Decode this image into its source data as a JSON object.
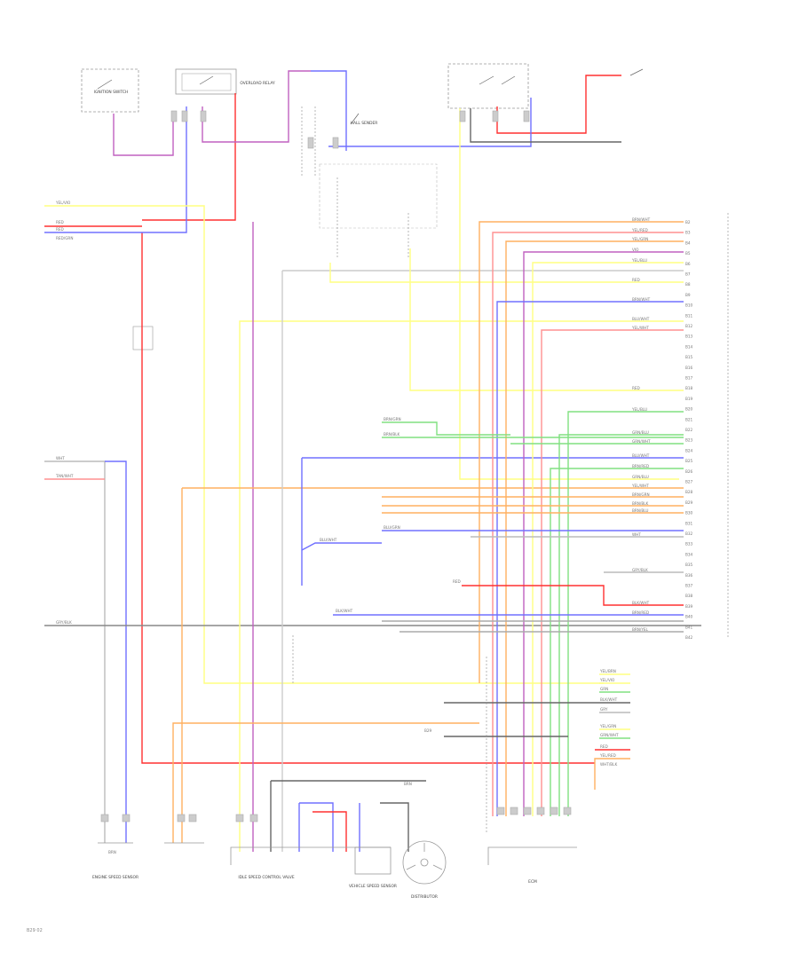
{
  "diagram": {
    "left_terminal_labels": [
      "YEL/VIO",
      "RED",
      "RED",
      "RED/GRN",
      "WHT",
      "TAN/WHT",
      "GRY/BLK"
    ],
    "right_pins": [
      "B2",
      "B3",
      "B4",
      "B5",
      "B6",
      "B7",
      "B8",
      "B9",
      "B10",
      "B11",
      "B12",
      "B13",
      "B14",
      "B15",
      "B16",
      "B17",
      "B18",
      "B19",
      "B20",
      "B21",
      "B22",
      "B23",
      "B24",
      "B25",
      "B26",
      "B27",
      "B28",
      "B29",
      "B30",
      "B31",
      "B32",
      "B33",
      "B34",
      "B35",
      "B36",
      "B37",
      "B38",
      "B39",
      "B40",
      "B41",
      "B42"
    ],
    "right_wire_labels": [
      "BRN/WHT",
      "YEL/RED",
      "YEL/GRN",
      "VIO",
      "YEL/BLU",
      "RED",
      "BRN/WHT",
      "BLU/WHT",
      "YEL/WHT",
      "RED",
      "YEL/BLU",
      "GRN/BLU",
      "GRN/WHT",
      "BLU/WHT",
      "BRN/RED",
      "GRN/BLU",
      "YEL/WHT",
      "BRN/GRN",
      "BRN/BLK",
      "BRN/BLU",
      "WHT",
      "GRY/BLK",
      "BLK/WHT",
      "BRN/RED",
      "BRN/YEL"
    ],
    "mid_wire_labels": [
      "BRN/GRN",
      "BRN/BLK",
      "BLU/GRN",
      "BLU/WHT",
      "RED",
      "BLK/WHT"
    ],
    "bottom_right_labels": [
      "YEL/BRN",
      "YEL/VIO",
      "GRN",
      "BLK/WHT",
      "GRY",
      "YEL/GRN",
      "GRN/WHT",
      "RED",
      "YEL/RED",
      "WHT/BLK"
    ],
    "shield_labels": [
      "BRN",
      "BRN"
    ],
    "connector_ref": "B29",
    "components": [
      "IGNITION SWITCH",
      "OVERLOAD RELAY",
      "IDLE SPEED CONTROL VALVE",
      "VEHICLE SPEED SENSOR",
      "DISTRIBUTOR",
      "HALL SENDER",
      "ENGINE SPEED SENSOR",
      "ECM"
    ],
    "page_ref": "B29 02"
  }
}
